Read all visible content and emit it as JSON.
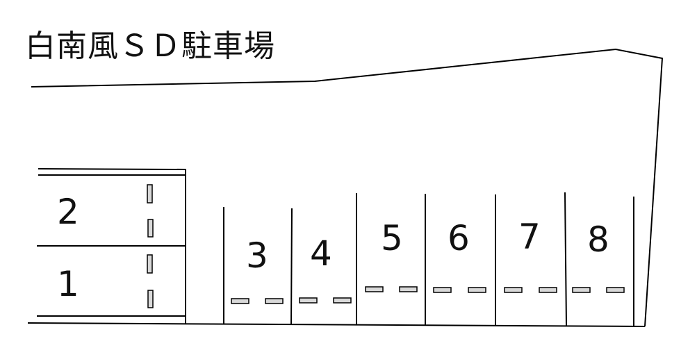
{
  "title": "白南風ＳＤ駐車場",
  "colors": {
    "line": "#000000",
    "stopper_fill": "#d9d9d9",
    "background": "#ffffff"
  },
  "spaces": [
    {
      "label": "1"
    },
    {
      "label": "2"
    },
    {
      "label": "3"
    },
    {
      "label": "4"
    },
    {
      "label": "5"
    },
    {
      "label": "6"
    },
    {
      "label": "7"
    },
    {
      "label": "8"
    }
  ]
}
